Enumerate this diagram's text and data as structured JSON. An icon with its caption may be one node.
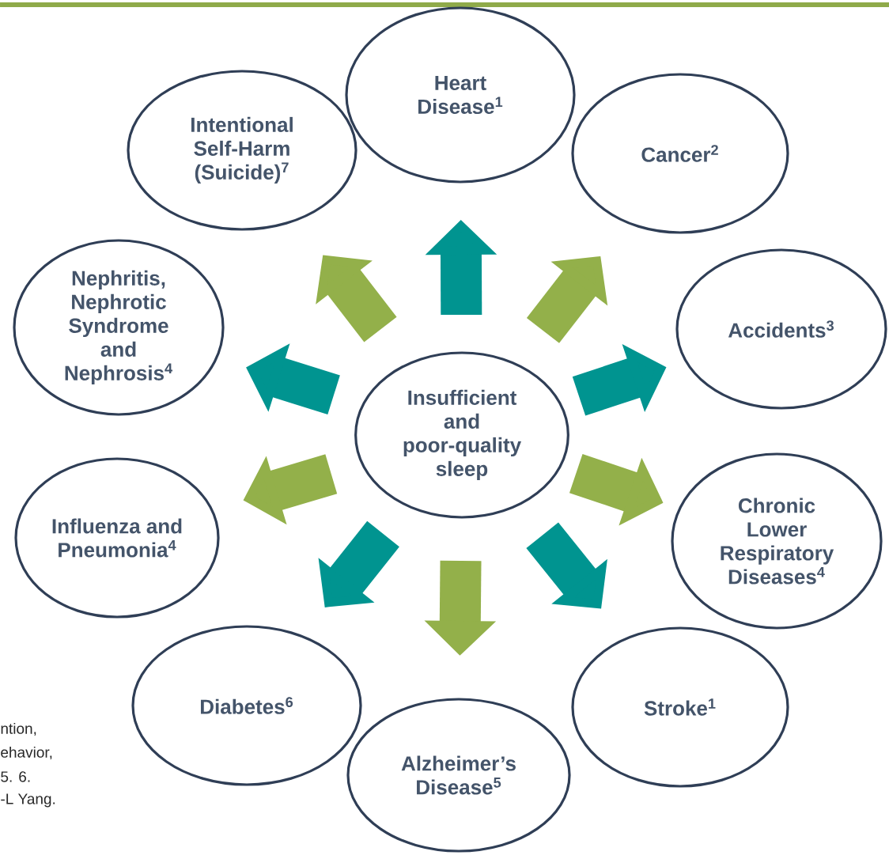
{
  "diagram": {
    "nodes": [
      {
        "text": [
          "Heart Disease$^{1}$"
        ]
      },
      {
        "text": [
          "Intentional Self-Harm (Suicide)$^{7}$"
        ]
      },
      {
        "text": [
          "Cancer$^{2}$"
        ]
      },
      {
        "text": [
          "Nephritis, Nephrotic Syndrome and Nephrosis$^{4}$"
        ]
      },
      {
        "text": [
          "Accidents$^{3}$"
        ]
      },
      {
        "text": [
          "Insufficient and poor-quality sleep"
        ]
      },
      {
        "text": [
          "Influenza and Pneumonia$^{4}$"
        ]
      },
      {
        "text": [
          "Chronic Lower Respiratory Diseases$^{4}$"
        ]
      },
      {
        "text": [
          "Diabetes$^{6}$"
        ]
      },
      {
        "text": [
          "Stroke$^{1}$"
        ]
      },
      {
        "text": [
          "Alzheimer’s Disease$^{5}$"
        ]
      }
    ],
    "edges": [
      {
        "from": 5,
        "to": 0,
        "arrow": "to",
        "color": "#009490"
      },
      {
        "from": 5,
        "to": 2,
        "arrow": "to",
        "color": "#93b04a"
      },
      {
        "from": 5,
        "to": 4,
        "arrow": "to",
        "color": "#009490"
      },
      {
        "from": 5,
        "to": 7,
        "arrow": "to",
        "color": "#93b04a"
      },
      {
        "from": 5,
        "to": 9,
        "arrow": "to",
        "color": "#009490"
      },
      {
        "from": 5,
        "to": 10,
        "arrow": "to",
        "color": "#93b04a"
      },
      {
        "from": 5,
        "to": 8,
        "arrow": "to",
        "color": "#009490"
      },
      {
        "from": 5,
        "to": 6,
        "arrow": "to",
        "color": "#93b04a"
      },
      {
        "from": 5,
        "to": 3,
        "arrow": "to",
        "color": "#009490"
      },
      {
        "from": 5,
        "to": 1,
        "arrow": "to",
        "color": "#93b04a"
      }
    ],
    "labels": [
      "ntion,",
      "ehavior,",
      "5. 6.",
      "-L Yang."
    ]
  }
}
